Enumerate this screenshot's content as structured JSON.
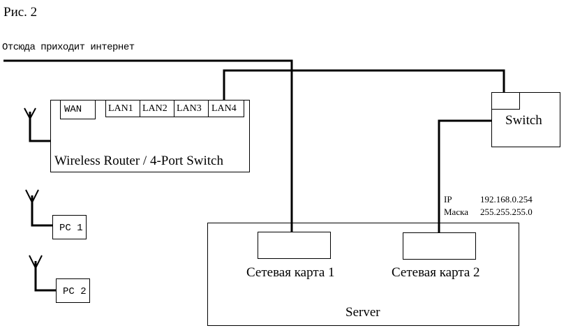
{
  "figure_label": "Рис. 2",
  "internet_label": "Отсюда приходит интернет",
  "router": {
    "label": "Wireless Router / 4-Port Switch",
    "ports": [
      "WAN",
      "LAN1",
      "LAN2",
      "LAN3",
      "LAN4"
    ]
  },
  "switch": {
    "label": "Switch"
  },
  "pcs": [
    {
      "label": "PC 1"
    },
    {
      "label": "PC 2"
    }
  ],
  "server": {
    "label": "Server",
    "nics": [
      {
        "label": "Сетевая карта 1"
      },
      {
        "label": "Сетевая карта 2"
      }
    ]
  },
  "nic2_config": {
    "ip_key": "IP",
    "ip_value": "192.168.0.254",
    "mask_key": "Маска",
    "mask_value": "255.255.255.0"
  }
}
